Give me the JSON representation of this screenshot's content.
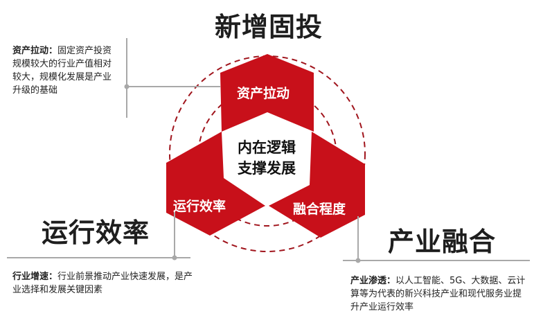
{
  "headings": {
    "top": "新增固投",
    "left": "运行效率",
    "right": "产业融合"
  },
  "hexagons": {
    "top": "资产拉动",
    "left": "运行效率",
    "right": "融合程度"
  },
  "center": {
    "line1": "内在逻辑",
    "line2": "支撑发展"
  },
  "descriptions": {
    "top": {
      "label": "资产拉动：",
      "text": "固定资产投资规模较大的行业产值相对较大，规模化发展是产业升级的基础"
    },
    "left": {
      "label": "行业增速：",
      "text": "行业前景推动产业快速发展，是产业选择和发展关键因素"
    },
    "right": {
      "label": "产业渗透：",
      "text": "以人工智能、5G、大数据、云计算等为代表的新兴科技产业和现代服务业提升产业运行效率"
    }
  },
  "colors": {
    "red": "#c8101a",
    "line": "#a8a8a8",
    "dash": "#a0141c"
  }
}
